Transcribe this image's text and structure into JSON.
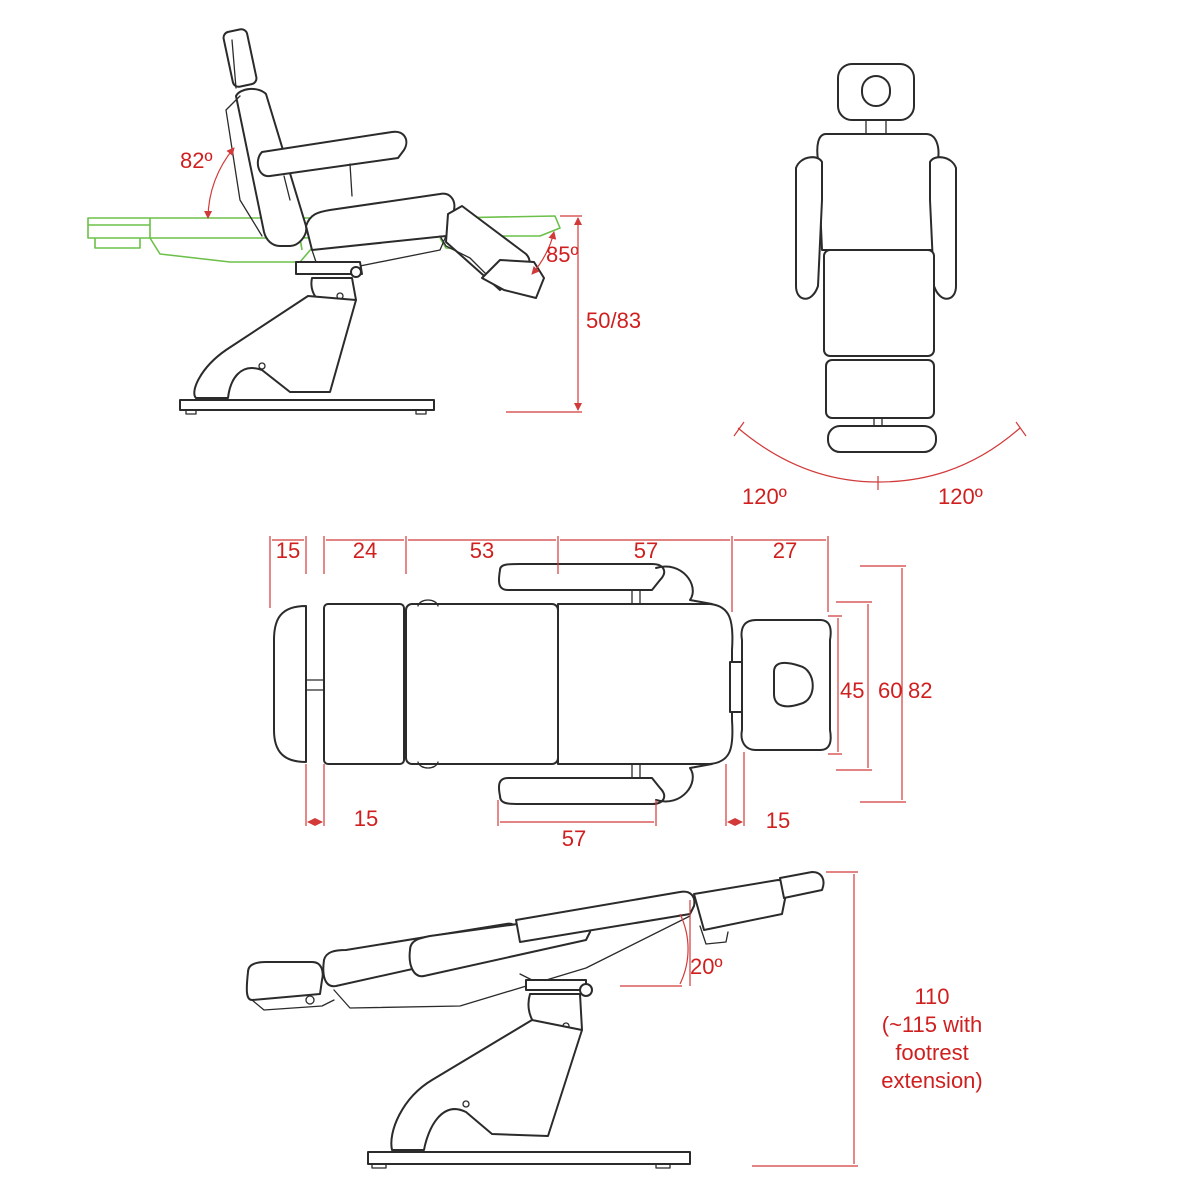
{
  "views": {
    "side_reclined": {
      "backrest_angle": "82º",
      "leg_angle": "85º",
      "seat_height": "50/83"
    },
    "top_rotation": {
      "rotation_left": "120º",
      "rotation_right": "120º"
    },
    "plan_dimensions": {
      "top_segments": [
        "15",
        "24",
        "53",
        "57",
        "27"
      ],
      "bottom_gap_left": "15",
      "armrest_length": "57",
      "bottom_gap_right": "15",
      "headrest_width": "45",
      "back_width": "60",
      "overall_width": "82"
    },
    "side_flat": {
      "tilt_angle": "20º",
      "max_height_lines": [
        "110",
        "(~115 with",
        "footrest",
        "extension)"
      ]
    }
  },
  "colors": {
    "dimension": "#d01f1f",
    "outline": "#2b2b2b",
    "alt_position": "#6cc04a"
  }
}
